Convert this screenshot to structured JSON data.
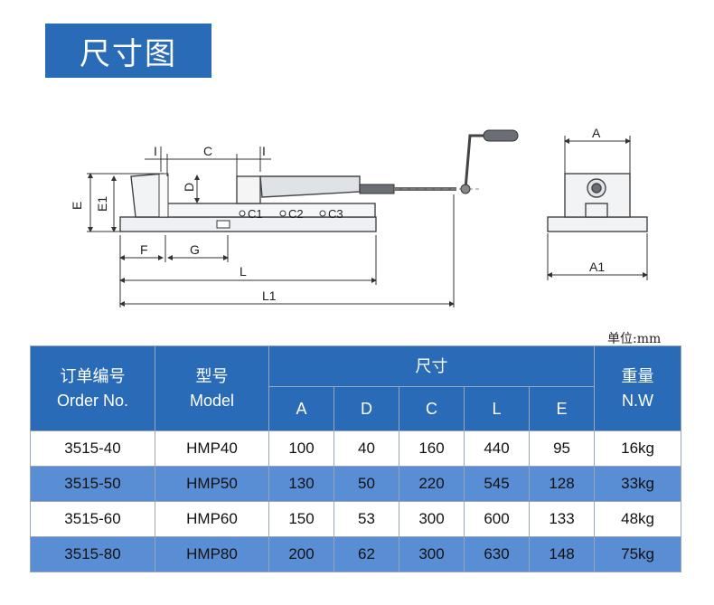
{
  "title": "尺寸图",
  "unit_note": "单位:mm",
  "drawing_labels": {
    "I_left": "I",
    "C": "C",
    "I_right": "I",
    "D": "D",
    "E": "E",
    "E1": "E1",
    "C1": "C1",
    "C2": "C2",
    "C3": "C3",
    "F": "F",
    "G": "G",
    "L": "L",
    "L1": "L1",
    "A": "A",
    "A1": "A1"
  },
  "table": {
    "headers": {
      "order_cn": "订单编号",
      "order_en": "Order No.",
      "model_cn": "型号",
      "model_en": "Model",
      "dims_cn": "尺寸",
      "weight_cn": "重量",
      "weight_en": "N.W",
      "dim_cols": [
        "A",
        "D",
        "C",
        "L",
        "E"
      ]
    },
    "rows": [
      {
        "order": "3515-40",
        "model": "HMP40",
        "A": "100",
        "D": "40",
        "C": "160",
        "L": "440",
        "E": "95",
        "weight": "16kg"
      },
      {
        "order": "3515-50",
        "model": "HMP50",
        "A": "130",
        "D": "50",
        "C": "220",
        "L": "545",
        "E": "128",
        "weight": "33kg"
      },
      {
        "order": "3515-60",
        "model": "HMP60",
        "A": "150",
        "D": "53",
        "C": "300",
        "L": "600",
        "E": "133",
        "weight": "48kg"
      },
      {
        "order": "3515-80",
        "model": "HMP80",
        "A": "200",
        "D": "62",
        "C": "300",
        "L": "630",
        "E": "148",
        "weight": "75kg"
      }
    ]
  }
}
